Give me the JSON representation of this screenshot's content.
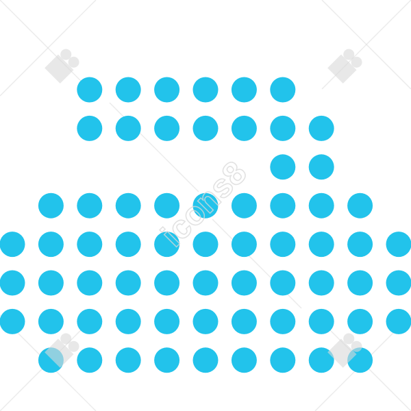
{
  "icon": {
    "name": "dotted-printer-icon",
    "dot_color": "#22c3eb",
    "background_color": "#ffffff",
    "rows": [
      {
        "name": "paper-row-1",
        "cols": [
          2,
          3,
          4,
          5,
          6,
          7
        ]
      },
      {
        "name": "paper-row-2",
        "cols": [
          2,
          3,
          4,
          5,
          6,
          7,
          8
        ]
      },
      {
        "name": "paper-row-3",
        "cols": [
          7,
          8
        ]
      },
      {
        "name": "body-row-1",
        "cols": [
          1,
          2,
          3,
          4,
          5,
          6,
          7,
          8,
          9
        ]
      },
      {
        "name": "body-row-2",
        "cols": [
          0,
          1,
          2,
          3,
          4,
          5,
          6,
          7,
          8,
          9,
          10
        ]
      },
      {
        "name": "body-row-3",
        "cols": [
          0,
          1,
          2,
          3,
          4,
          5,
          6,
          7,
          8,
          9,
          10
        ]
      },
      {
        "name": "body-row-4",
        "cols": [
          0,
          1,
          2,
          3,
          4,
          5,
          6,
          7,
          8,
          9,
          10
        ]
      },
      {
        "name": "base-row",
        "cols": [
          1,
          2,
          3,
          4,
          5,
          6,
          7,
          8,
          9
        ]
      }
    ]
  },
  "watermark": {
    "text": "icons8",
    "color": "#d9d9d9"
  }
}
